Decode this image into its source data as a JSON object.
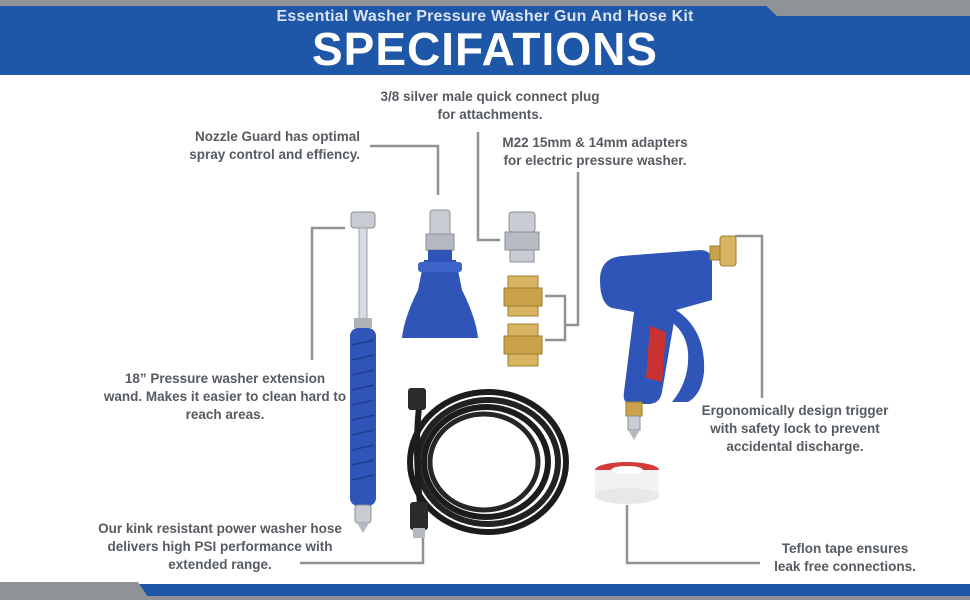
{
  "header": {
    "subtitle": "Essential Washer Pressure Washer Gun And Hose Kit",
    "title": "SPECIFATIONS"
  },
  "callouts": {
    "quick_connect": {
      "line1": "3/8 silver male quick connect plug",
      "line2": "for attachments."
    },
    "nozzle_guard": {
      "line1": "Nozzle Guard has optimal",
      "line2": "spray control and effiency."
    },
    "adapters": {
      "line1": "M22 15mm & 14mm adapters",
      "line2": "for electric pressure washer."
    },
    "wand": {
      "line1": "18”  Pressure  washer extension",
      "line2": "wand. Makes it easier to clean hard to",
      "line3": "reach areas."
    },
    "trigger": {
      "line1": "Ergonomically design trigger",
      "line2": "with safety lock to prevent",
      "line3": "accidental discharge."
    },
    "hose": {
      "line1": "Our kink resistant power washer hose",
      "line2": "delivers high PSI performance with",
      "line3": "extended range."
    },
    "teflon": {
      "line1": "Teflon tape ensures",
      "line2": "leak free connections."
    }
  },
  "colors": {
    "brand_blue": "#1e56a8",
    "accent_gray": "#8f9398",
    "text_gray": "#555b61",
    "part_blue": "#2f55b8",
    "brass": "#c9a24a",
    "hose_black": "#1c1c1c"
  }
}
